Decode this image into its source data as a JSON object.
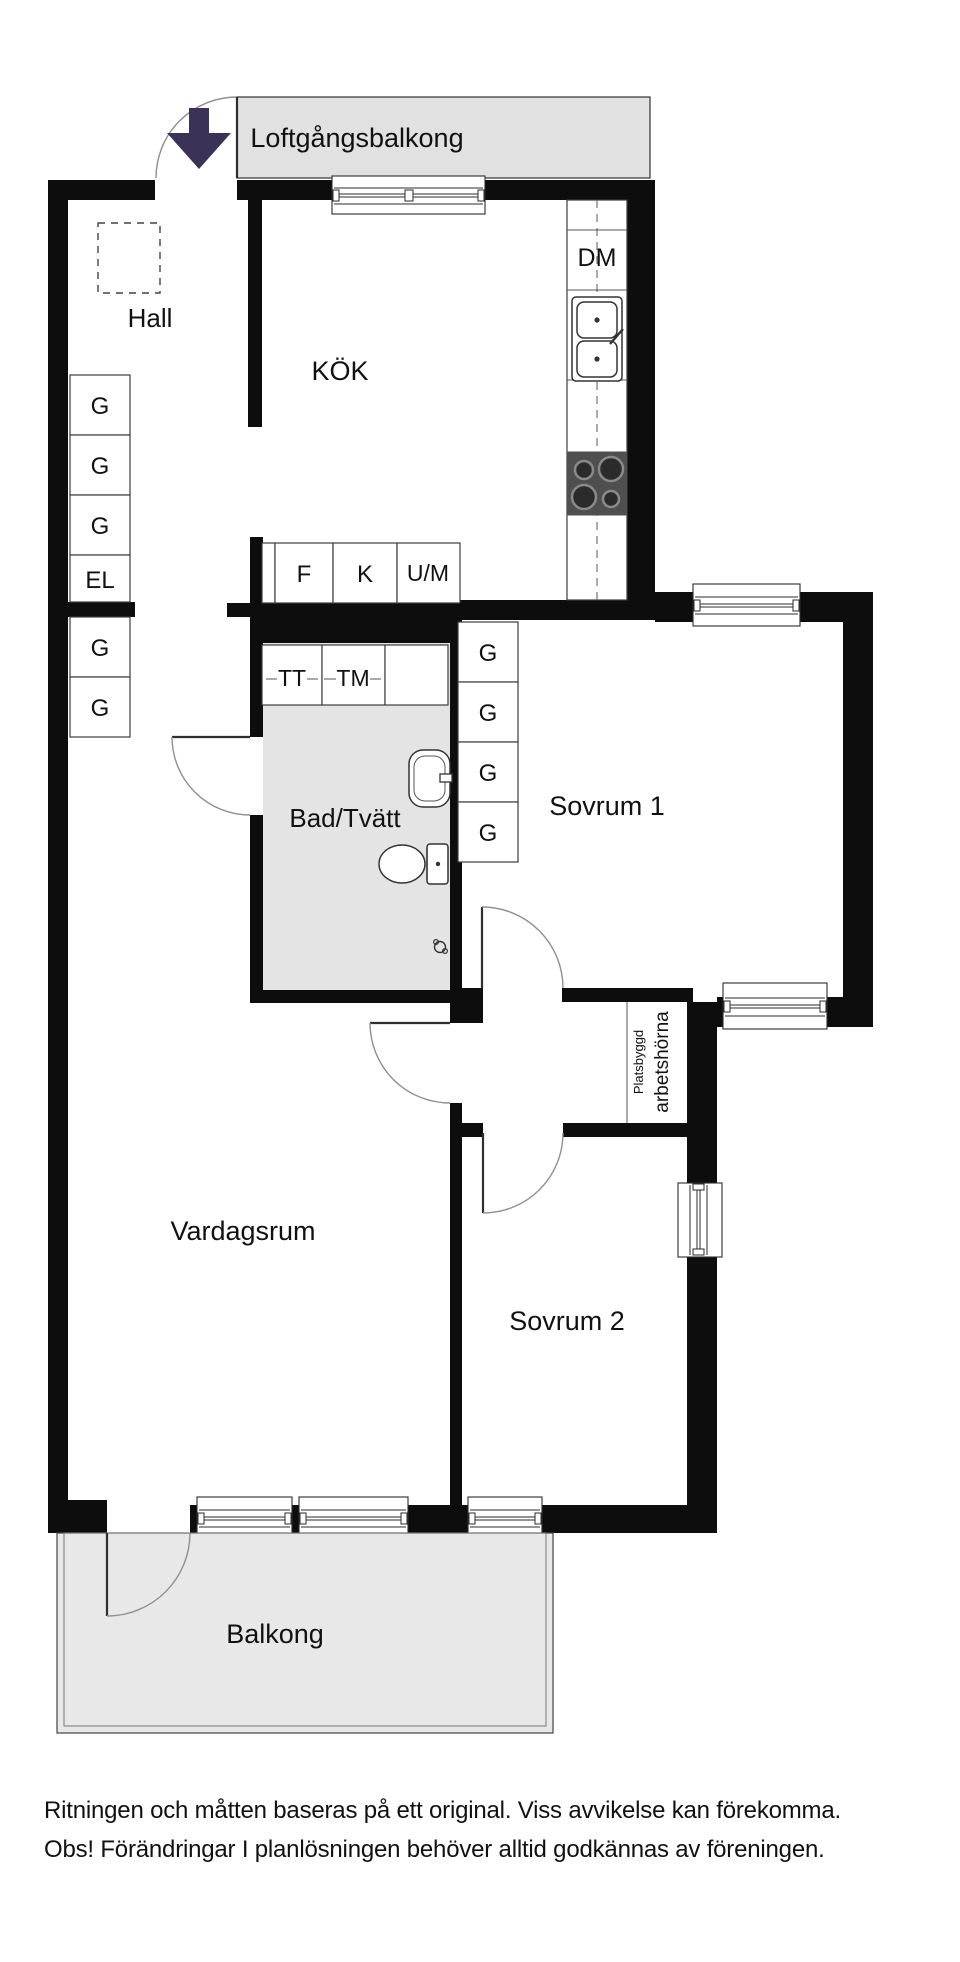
{
  "labels": {
    "walkway": "Loftgångsbalkong",
    "hall": "Hall",
    "kitchen": "KÖK",
    "bath": "Bad/Tvätt",
    "bedroom1": "Sovrum 1",
    "bedroom2": "Sovrum 2",
    "living": "Vardagsrum",
    "balcony": "Balkong",
    "dishwasher": "DM",
    "fridge": "F",
    "freezer": "K",
    "oven_micro": "U/M",
    "electrical": "EL",
    "wardrobe": "G",
    "dryer": "TT",
    "washer": "TM",
    "workcorner_line1": "Platsbyggd",
    "workcorner_line2": "arbetshörna"
  },
  "disclaimer": {
    "line1": "Ritningen och måtten baseras på ett original. Viss avvikelse kan förekomma.",
    "line2": "Obs! Förändringar I planlösningen behöver alltid godkännas av föreningen."
  },
  "colors": {
    "wall": "#0d0d0d",
    "outline": "#3c3c3c",
    "bath_floor": "#e4e4e4",
    "balcony_floor": "#e8e8e8",
    "walkway_floor": "#e1e1e1",
    "arrow": "#3a3357",
    "stove": "#4f4f4f"
  }
}
